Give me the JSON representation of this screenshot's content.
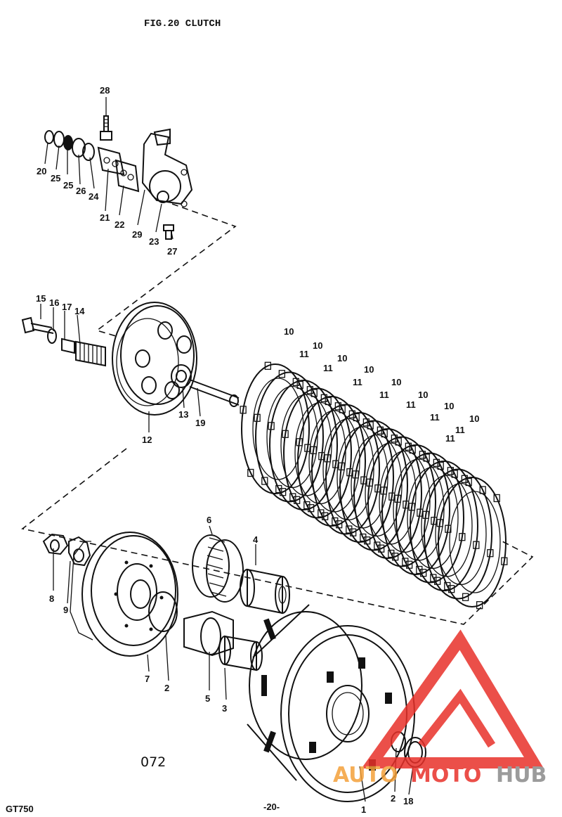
{
  "figure": {
    "title": "FIG.20  CLUTCH",
    "code": "072",
    "model": "GT750",
    "page": "-20-"
  },
  "callouts": [
    {
      "id": "28",
      "label": "28"
    },
    {
      "id": "20",
      "label": "20"
    },
    {
      "id": "25a",
      "label": "25"
    },
    {
      "id": "25b",
      "label": "25"
    },
    {
      "id": "26",
      "label": "26"
    },
    {
      "id": "24",
      "label": "24"
    },
    {
      "id": "21",
      "label": "21"
    },
    {
      "id": "22",
      "label": "22"
    },
    {
      "id": "29",
      "label": "29"
    },
    {
      "id": "23",
      "label": "23"
    },
    {
      "id": "27",
      "label": "27"
    },
    {
      "id": "15",
      "label": "15"
    },
    {
      "id": "16",
      "label": "16"
    },
    {
      "id": "17",
      "label": "17"
    },
    {
      "id": "14",
      "label": "14"
    },
    {
      "id": "13",
      "label": "13"
    },
    {
      "id": "19",
      "label": "19"
    },
    {
      "id": "12",
      "label": "12"
    },
    {
      "id": "p10a",
      "label": "10"
    },
    {
      "id": "p11a",
      "label": "11"
    },
    {
      "id": "p10b",
      "label": "10"
    },
    {
      "id": "p11b",
      "label": "11"
    },
    {
      "id": "p10c",
      "label": "10"
    },
    {
      "id": "p11c",
      "label": "11"
    },
    {
      "id": "p10d",
      "label": "10"
    },
    {
      "id": "p11d",
      "label": "11"
    },
    {
      "id": "p10e",
      "label": "10"
    },
    {
      "id": "p11e",
      "label": "11"
    },
    {
      "id": "p10f",
      "label": "10"
    },
    {
      "id": "p11f",
      "label": "11"
    },
    {
      "id": "p10g",
      "label": "10"
    },
    {
      "id": "p11g",
      "label": "11"
    },
    {
      "id": "p11h",
      "label": "11"
    },
    {
      "id": "p10h",
      "label": "10"
    },
    {
      "id": "6",
      "label": "6"
    },
    {
      "id": "4",
      "label": "4"
    },
    {
      "id": "8",
      "label": "8"
    },
    {
      "id": "9",
      "label": "9"
    },
    {
      "id": "7",
      "label": "7"
    },
    {
      "id": "2a",
      "label": "2"
    },
    {
      "id": "5",
      "label": "5"
    },
    {
      "id": "3",
      "label": "3"
    },
    {
      "id": "1",
      "label": "1"
    },
    {
      "id": "2b",
      "label": "2"
    },
    {
      "id": "18",
      "label": "18"
    }
  ],
  "watermark": {
    "word_a": "AUTO",
    "word_b": "MOTO",
    "word_c": "HUB",
    "color_red": "#e8312a",
    "color_orange": "#f4a13a",
    "color_grey": "#8a8a8a"
  }
}
